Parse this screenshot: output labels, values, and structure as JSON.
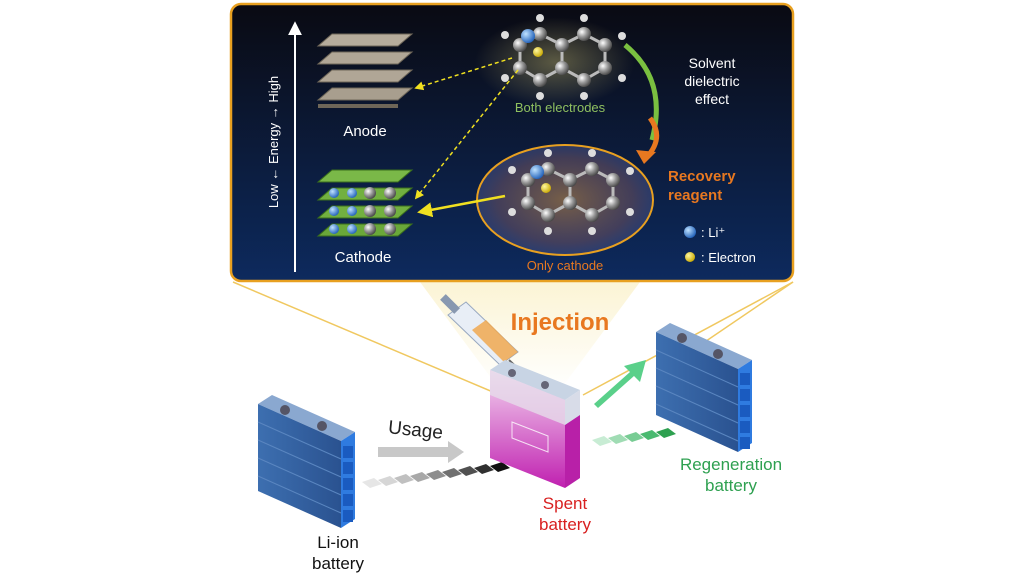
{
  "panel": {
    "energy_axis": "Low ← Energy → High",
    "anode_label": "Anode",
    "cathode_label": "Cathode",
    "both_electrodes": "Both electrodes",
    "only_cathode": "Only cathode",
    "solvent_line1": "Solvent",
    "solvent_line2": "dielectric",
    "solvent_line3": "effect",
    "recovery_line1": "Recovery",
    "recovery_line2": "reagent",
    "legend_li": ": Li⁺",
    "legend_electron": ": Electron"
  },
  "process": {
    "injection": "Injection",
    "usage": "Usage",
    "liion_line1": "Li-ion",
    "liion_line2": "battery",
    "spent_line1": "Spent",
    "spent_line2": "battery",
    "regen_line1": "Regeneration",
    "regen_line2": "battery"
  },
  "colors": {
    "panel_border": "#e8a020",
    "accent_orange": "#e87820",
    "regen_green": "#2ea050",
    "spent_red": "#d82020",
    "green_text": "#8fc060"
  }
}
